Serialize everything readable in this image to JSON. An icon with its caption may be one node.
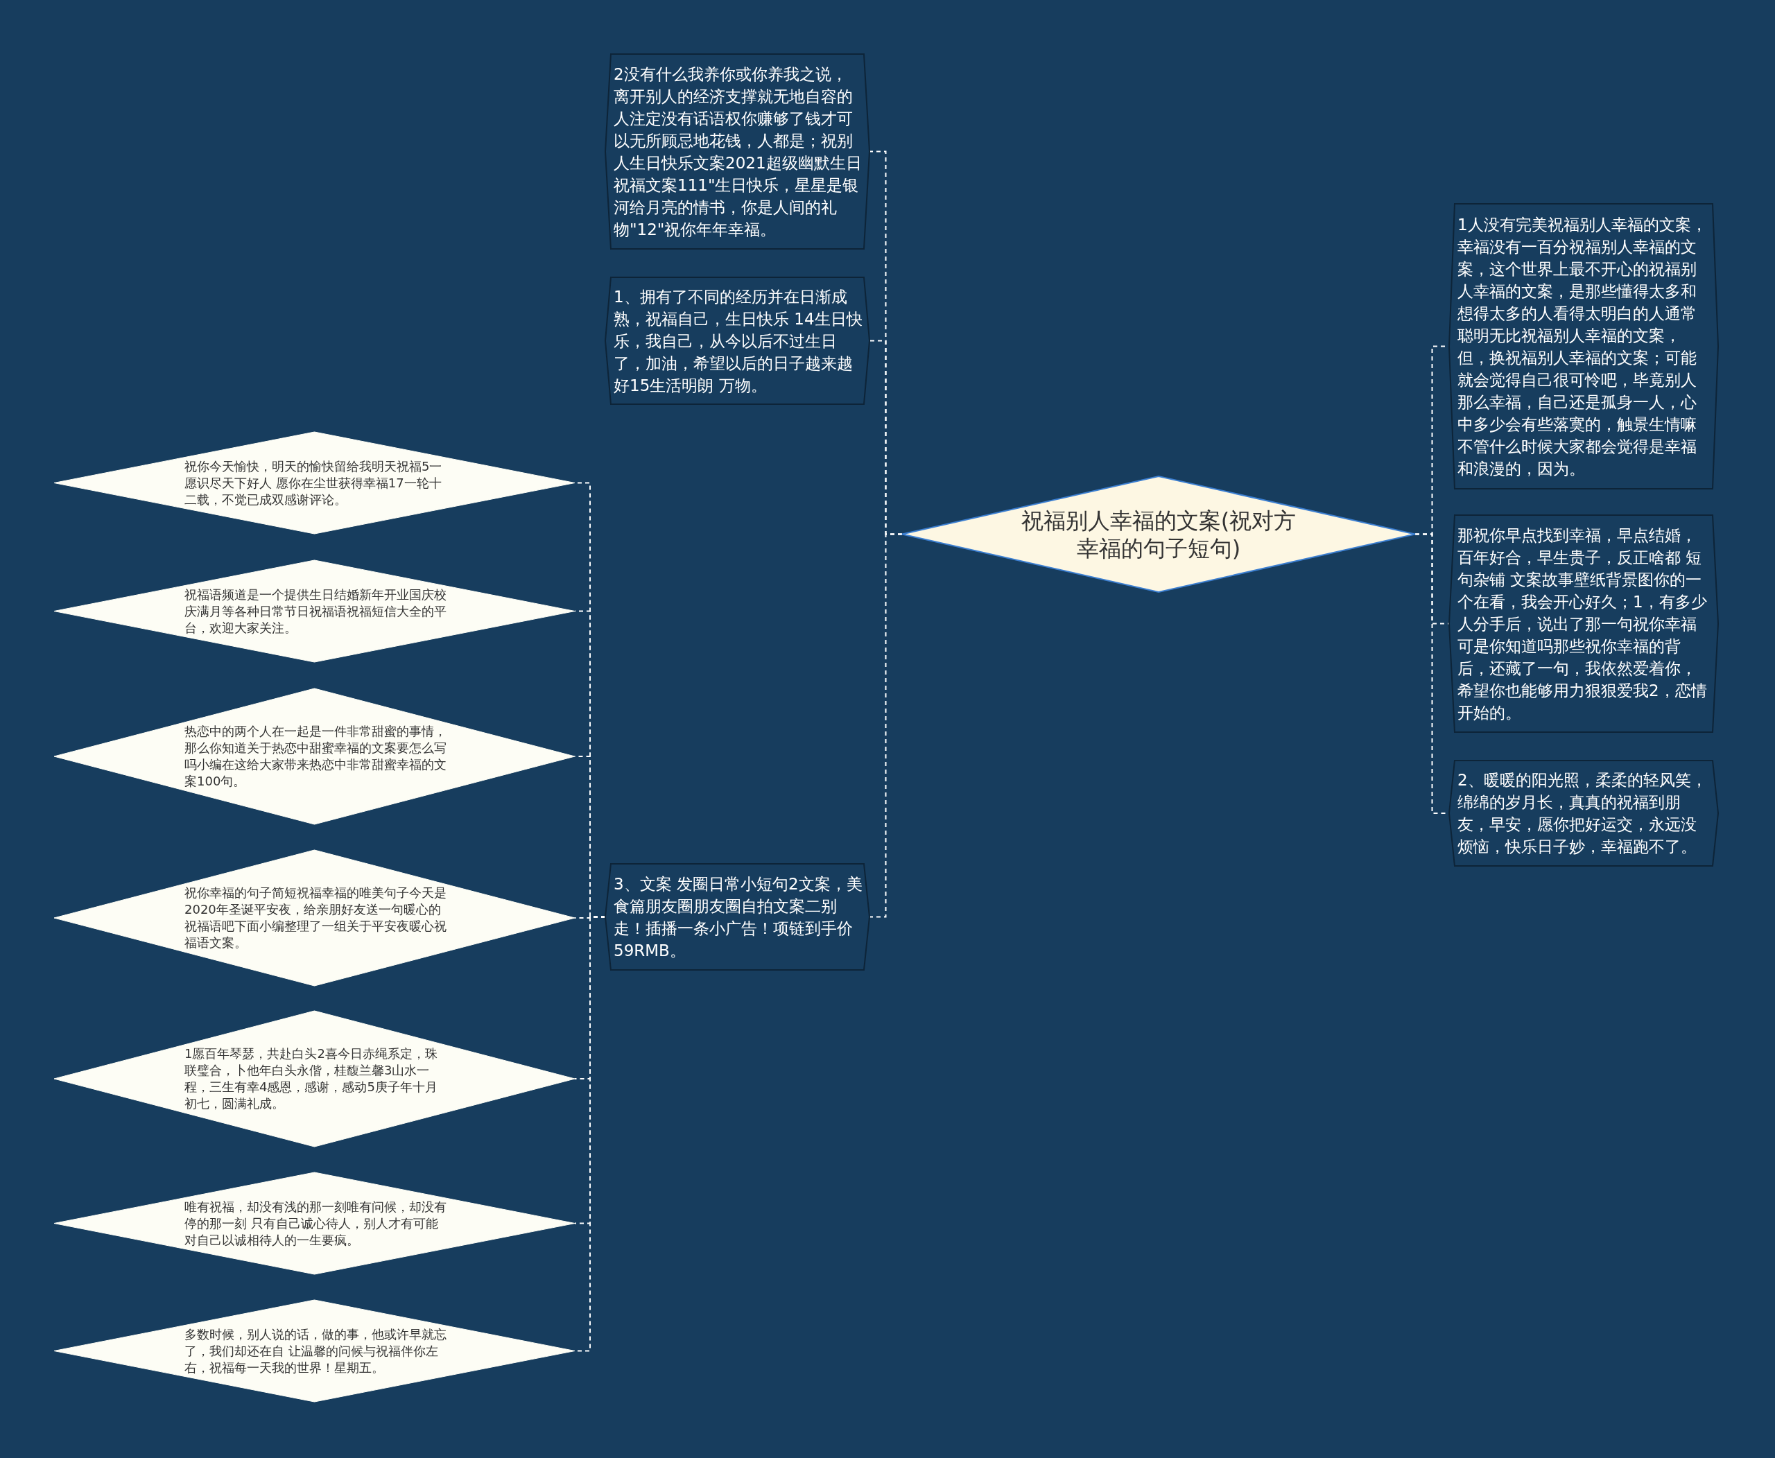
{
  "diagram": {
    "nodes": [
      {
        "text": [
          "祝福别人幸福的文案(祝对方幸福的句子短句)"
        ]
      },
      {
        "text": [
          "2没有什么我养你或你养我之说，离开别人的经济支撑就无地自容的人注定没有话语权你赚够了钱才可以无所顾忌地花钱，人都是；祝别人生日快乐文案2021超级幽默生日祝福文案111\"生日快乐，星星是银河给月亮的情书，你是人间的礼物\"12\"祝你年年幸福。"
        ]
      },
      {
        "text": [
          "1、拥有了不同的经历并在日渐成熟，祝福自己，生日快乐 14生日快乐，我自己，从今以后不过生日了，加油，希望以后的日子越来越好15生活明朗 万物。"
        ]
      },
      {
        "text": [
          "3、文案 发圈日常小短句2文案，美食篇朋友圈朋友圈自拍文案二别走！插播一条小广告！项链到手价59RMB。"
        ]
      },
      {
        "text": [
          "祝你今天愉快，明天的愉快留给我明天祝福5一愿识尽天下好人 愿你在尘世获得幸福17一轮十二载，不觉已成双感谢评论。"
        ]
      },
      {
        "text": [
          "祝福语频道是一个提供生日结婚新年开业国庆校庆满月等各种日常节日祝福语祝福短信大全的平台，欢迎大家关注。"
        ]
      },
      {
        "text": [
          "热恋中的两个人在一起是一件非常甜蜜的事情，那么你知道关于热恋中甜蜜幸福的文案要怎么写吗小编在这给大家带来热恋中非常甜蜜幸福的文案100句。"
        ]
      },
      {
        "text": [
          "祝你幸福的句子简短祝福幸福的唯美句子今天是2020年圣诞平安夜，给亲朋好友送一句暖心的祝福语吧下面小编整理了一组关于平安夜暖心祝福语文案。"
        ]
      },
      {
        "text": [
          "1愿百年琴瑟，共赴白头2喜今日赤绳系定，珠联璧合，卜他年白头永偕，桂馥兰馨3山水一程，三生有幸4感恩，感谢，感动5庚子年十月初七，圆满礼成。"
        ]
      },
      {
        "text": [
          "唯有祝福，却没有浅的那一刻唯有问候，却没有停的那一刻 只有自己诚心待人，别人才有可能对自己以诚相待人的一生要疯。"
        ]
      },
      {
        "text": [
          "多数时候，别人说的话，做的事，他或许早就忘了，我们却还在自 让温馨的问候与祝福伴你左右，祝福每一天我的世界！星期五。"
        ]
      },
      {
        "text": [
          "1人没有完美祝福别人幸福的文案，幸福没有一百分祝福别人幸福的文案，这个世界上最不开心的祝福别人幸福的文案，是那些懂得太多和想得太多的人看得太明白的人通常聪明无比祝福别人幸福的文案，但，换祝福别人幸福的文案；可能就会觉得自己很可怜吧，毕竟别人那么幸福，自己还是孤身一人，心中多少会有些落寞的，触景生情嘛不管什么时候大家都会觉得是幸福和浪漫的，因为。"
        ]
      },
      {
        "text": [
          "那祝你早点找到幸福，早点结婚，百年好合，早生贵子，反正啥都 短句杂铺 文案故事壁纸背景图你的一个在看，我会开心好久；1，有多少人分手后，说出了那一句祝你幸福可是你知道吗那些祝你幸福的背后，还藏了一句，我依然爱着你，希望你也能够用力狠狠爱我2，恋情开始的。"
        ]
      },
      {
        "text": [
          "2、暖暖的阳光照，柔柔的轻风笑，绵绵的岁月长，真真的祝福到朋友，早安，愿你把好运交，永远没烦恼，快乐日子妙，幸福跑不了。"
        ]
      }
    ],
    "edges": [
      {
        "from": 0,
        "to": 1,
        "arrow": "none",
        "style": "dashed"
      },
      {
        "from": 0,
        "to": 2,
        "arrow": "none",
        "style": "dashed"
      },
      {
        "from": 0,
        "to": 3,
        "arrow": "none",
        "style": "dashed"
      },
      {
        "from": 3,
        "to": 4,
        "arrow": "none",
        "style": "dashed"
      },
      {
        "from": 3,
        "to": 5,
        "arrow": "none",
        "style": "dashed"
      },
      {
        "from": 3,
        "to": 6,
        "arrow": "none",
        "style": "dashed"
      },
      {
        "from": 3,
        "to": 7,
        "arrow": "none",
        "style": "dashed"
      },
      {
        "from": 3,
        "to": 8,
        "arrow": "none",
        "style": "dashed"
      },
      {
        "from": 3,
        "to": 9,
        "arrow": "none",
        "style": "dashed"
      },
      {
        "from": 3,
        "to": 10,
        "arrow": "none",
        "style": "dashed"
      },
      {
        "from": 0,
        "to": 11,
        "arrow": "none",
        "style": "dashed"
      },
      {
        "from": 0,
        "to": 12,
        "arrow": "none",
        "style": "dashed"
      },
      {
        "from": 0,
        "to": 13,
        "arrow": "none",
        "style": "dashed"
      }
    ]
  }
}
